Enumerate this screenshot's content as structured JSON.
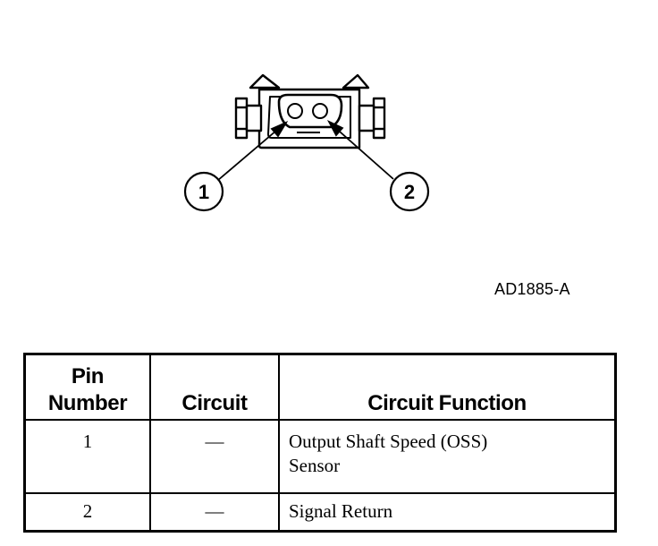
{
  "diagram": {
    "callouts": [
      "1",
      "2"
    ],
    "figure_code": "AD1885-A"
  },
  "table": {
    "headers": {
      "pin_line1": "Pin",
      "pin_line2": "Number",
      "circuit": "Circuit",
      "function": "Circuit Function"
    },
    "rows": [
      {
        "pin": "1",
        "circuit": "—",
        "function_line1": "Output Shaft Speed (OSS)",
        "function_line2": "Sensor"
      },
      {
        "pin": "2",
        "circuit": "—",
        "function_line1": "Signal Return",
        "function_line2": ""
      }
    ]
  }
}
